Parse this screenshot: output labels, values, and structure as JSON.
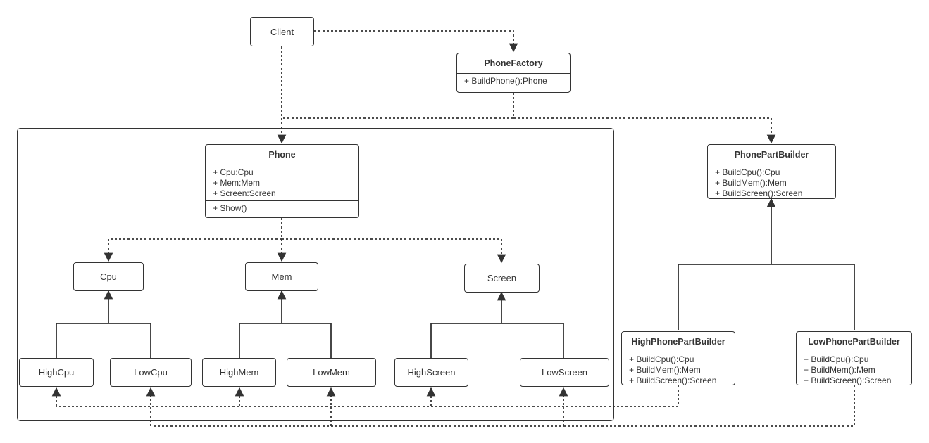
{
  "diagram": {
    "client": {
      "label": "Client"
    },
    "phone_factory": {
      "name": "PhoneFactory",
      "methods": [
        "+ BuildPhone():Phone"
      ]
    },
    "phone": {
      "name": "Phone",
      "attributes": [
        "+ Cpu:Cpu",
        "+ Mem:Mem",
        "+ Screen:Screen"
      ],
      "methods": [
        "+ Show()"
      ]
    },
    "phone_part_builder": {
      "name": "PhonePartBuilder",
      "methods": [
        "+ BuildCpu():Cpu",
        "+ BuildMem():Mem",
        "+ BuildScreen():Screen"
      ]
    },
    "high_phone_part_builder": {
      "name": "HighPhonePartBuilder",
      "methods": [
        "+ BuildCpu():Cpu",
        "+ BuildMem():Mem",
        "+ BuildScreen():Screen"
      ]
    },
    "low_phone_part_builder": {
      "name": "LowPhonePartBuilder",
      "methods": [
        "+ BuildCpu():Cpu",
        "+ BuildMem():Mem",
        "+ BuildScreen():Screen"
      ]
    },
    "cpu": {
      "label": "Cpu"
    },
    "mem": {
      "label": "Mem"
    },
    "screen": {
      "label": "Screen"
    },
    "high_cpu": {
      "label": "HighCpu"
    },
    "low_cpu": {
      "label": "LowCpu"
    },
    "high_mem": {
      "label": "HighMem"
    },
    "low_mem": {
      "label": "LowMem"
    },
    "high_screen": {
      "label": "HighScreen"
    },
    "low_screen": {
      "label": "LowScreen"
    }
  }
}
